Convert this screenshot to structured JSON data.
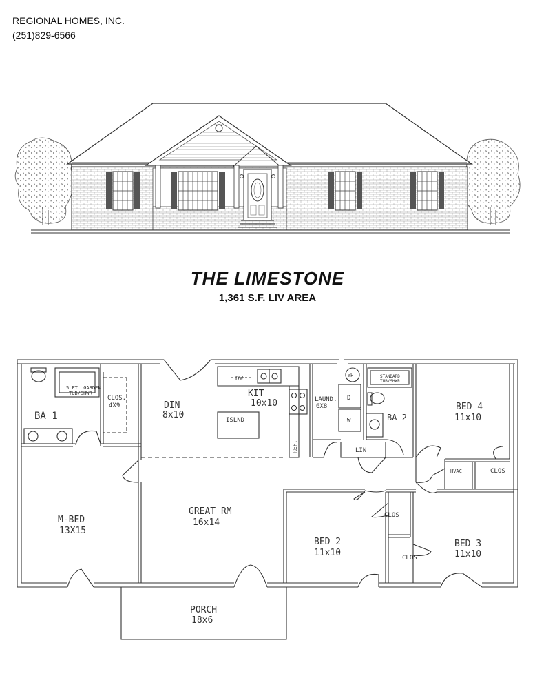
{
  "company": {
    "name": "REGIONAL HOMES, INC.",
    "phone": "(251)829-6566"
  },
  "plan": {
    "name": "THE LIMESTONE",
    "area": "1,361 S.F. LIV AREA"
  },
  "rooms": {
    "ba1": {
      "name": "BA 1"
    },
    "garden": {
      "line1": "5 FT. GARDEN",
      "line2": "TUB/SHWR"
    },
    "clos1": {
      "name": "CLOS.",
      "size": "4X9"
    },
    "din": {
      "name": "DIN",
      "size": "8x10"
    },
    "kit": {
      "name": "KIT",
      "size": "10x10"
    },
    "dw": {
      "name": "DW"
    },
    "island": {
      "name": "ISLND"
    },
    "ref": {
      "name": "REF."
    },
    "laund": {
      "name": "LAUND.",
      "size": "6X8"
    },
    "dryer": {
      "name": "D"
    },
    "washer": {
      "name": "W"
    },
    "wh": {
      "name": "WH"
    },
    "lin": {
      "name": "LIN"
    },
    "standard": {
      "line1": "STANDARD",
      "line2": "TUB/SHWR"
    },
    "ba2": {
      "name": "BA 2"
    },
    "bed4": {
      "name": "BED 4",
      "size": "11x10"
    },
    "hvac": {
      "name": "HVAC"
    },
    "clos4": {
      "name": "CLOS"
    },
    "mbed": {
      "name": "M-BED",
      "size": "13X15"
    },
    "great": {
      "name": "GREAT RM",
      "size": "16x14"
    },
    "bed2": {
      "name": "BED 2",
      "size": "11x10"
    },
    "clos2": {
      "name": "CLOS"
    },
    "clos3": {
      "name": "CLOS"
    },
    "bed3": {
      "name": "BED 3",
      "size": "11x10"
    },
    "porch": {
      "name": "PORCH",
      "size": "18x6"
    }
  }
}
